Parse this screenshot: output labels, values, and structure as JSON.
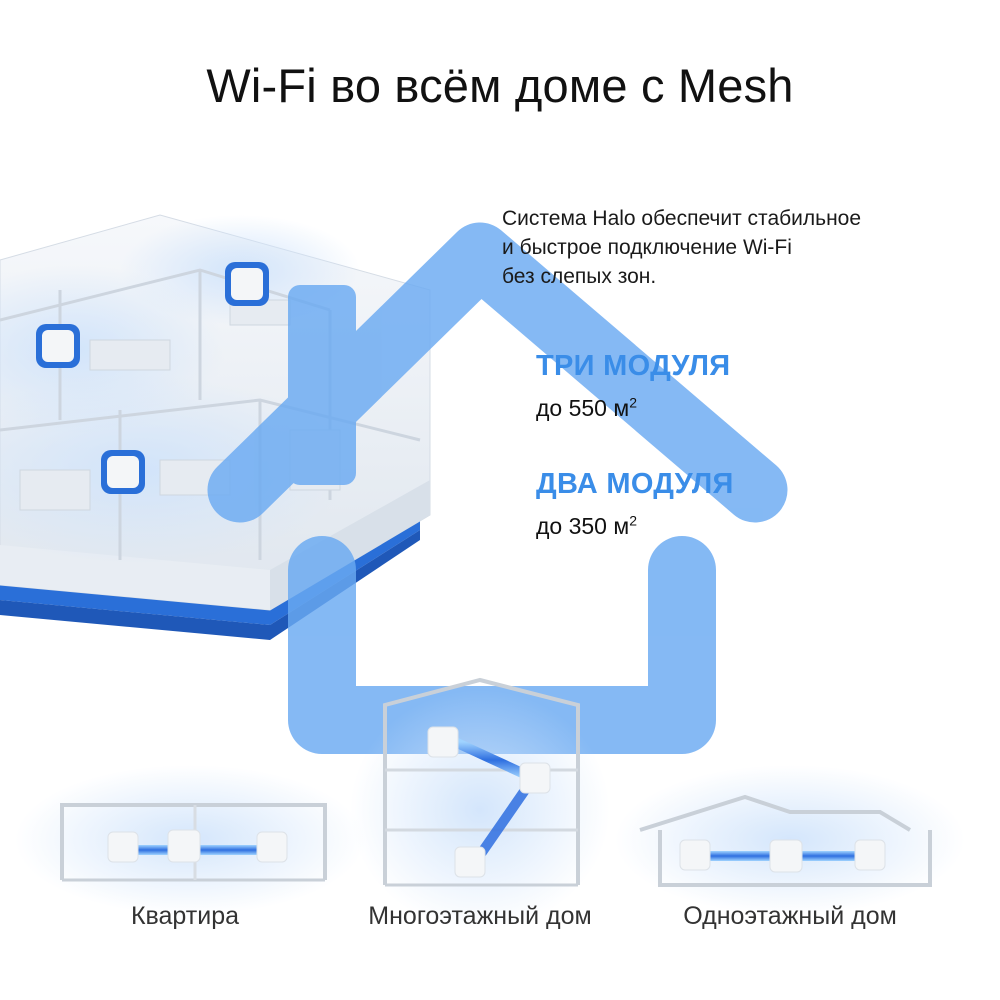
{
  "title": "Wi-Fi во всём доме с Mesh",
  "description": {
    "line1": "Система Halo обеспечит стабильное",
    "line2": "и быстрое подключение Wi-Fi",
    "line3": "без слепых зон."
  },
  "specs": [
    {
      "heading": "ТРИ МОДУЛЯ",
      "area_prefix": "до 550 м",
      "area_sup": "2"
    },
    {
      "heading": "ДВА МОДУЛЯ",
      "area_prefix": "до 350 м",
      "area_sup": "2"
    }
  ],
  "captions": [
    "Квартира",
    "Многоэтажный дом",
    "Одноэтажный дом"
  ],
  "colors": {
    "accent_blue": "#3a8de8",
    "house_blue": "#6aaaf2",
    "link_blue": "#2f6fe0",
    "floor_blue": "#2a6fd8",
    "module_white": "#f4f6f8",
    "module_border": "#1f5fd6"
  },
  "icons": [
    "house-outline-icon",
    "mesh-module-icon",
    "apartment-plan-icon",
    "multistory-house-icon",
    "single-story-house-icon"
  ]
}
